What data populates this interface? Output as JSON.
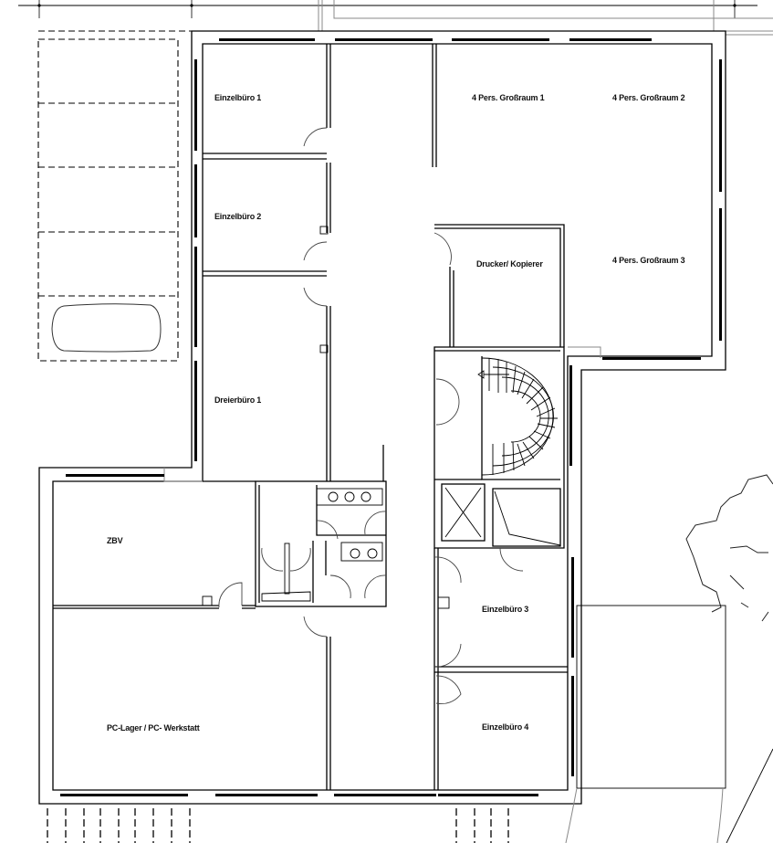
{
  "plan": {
    "type": "floor-plan",
    "rooms": [
      {
        "id": "einzelbuero-1",
        "label": "Einzelbüro 1"
      },
      {
        "id": "einzelbuero-2",
        "label": "Einzelbüro 2"
      },
      {
        "id": "dreierbuero-1",
        "label": "Dreierbüro 1"
      },
      {
        "id": "grossraum-1",
        "label": "4 Pers. Großraum 1"
      },
      {
        "id": "grossraum-2",
        "label": "4 Pers. Großraum 2"
      },
      {
        "id": "grossraum-3",
        "label": "4 Pers. Großraum 3"
      },
      {
        "id": "drucker-kopierer",
        "label": "Drucker/ Kopierer"
      },
      {
        "id": "zbv",
        "label": "ZBV"
      },
      {
        "id": "pc-lager",
        "label": "PC-Lager / PC- Werkstatt"
      },
      {
        "id": "einzelbuero-3",
        "label": "Einzelbüro 3"
      },
      {
        "id": "einzelbuero-4",
        "label": "Einzelbüro 4"
      }
    ],
    "features": [
      "spiral-staircase",
      "elevator",
      "toilets",
      "parking-spaces",
      "car",
      "tree",
      "windows",
      "doors"
    ],
    "colors": {
      "line": "#000000",
      "grey_line": "#888888",
      "background": "#ffffff"
    }
  }
}
